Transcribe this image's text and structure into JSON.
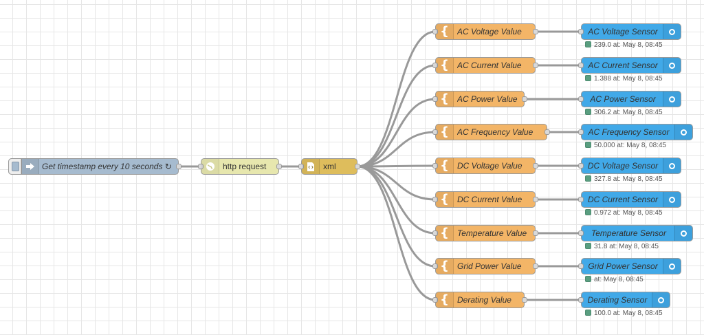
{
  "flow": {
    "inject": {
      "label": "Get timestamp every 10 seconds ↻"
    },
    "http": {
      "label": "http request"
    },
    "xml": {
      "label": "xml"
    },
    "values": [
      {
        "label": "AC Voltage Value"
      },
      {
        "label": "AC Current Value"
      },
      {
        "label": "AC Power Value"
      },
      {
        "label": "AC Frequency Value"
      },
      {
        "label": "DC Voltage Value"
      },
      {
        "label": "DC Current Value"
      },
      {
        "label": "Temperature Value"
      },
      {
        "label": "Grid Power Value"
      },
      {
        "label": "Derating Value"
      }
    ],
    "sensors": [
      {
        "label": "AC Voltage Sensor",
        "status": "239.0 at: May 8, 08:45"
      },
      {
        "label": "AC Current Sensor",
        "status": "1.388 at: May 8, 08:45"
      },
      {
        "label": "AC Power Sensor",
        "status": "306.2 at: May 8, 08:45"
      },
      {
        "label": "AC Frequency Sensor",
        "status": "50.000 at: May 8, 08:45"
      },
      {
        "label": "DC Voltage Sensor",
        "status": "327.8 at: May 8, 08:45"
      },
      {
        "label": "DC Current Sensor",
        "status": "0.972 at: May 8, 08:45"
      },
      {
        "label": "Temperature Sensor",
        "status": "31.8 at: May 8, 08:45"
      },
      {
        "label": "Grid Power Sensor",
        "status": "at: May 8, 08:45"
      },
      {
        "label": "Derating Sensor",
        "status": "100.0 at: May 8, 08:45"
      }
    ],
    "colors": {
      "inject": "#a6bbcf",
      "http": "#e7e7ae",
      "xml": "#debd5c",
      "function": "#f3b567",
      "sensor": "#41a9e8",
      "status_dot": "#5a9e80",
      "wire": "#999999"
    },
    "icons": {
      "inject": "arrow-in-icon",
      "http": "globe-icon",
      "xml": "file-code-icon",
      "function": "brace-icon",
      "sensor": "ring-icon"
    }
  }
}
